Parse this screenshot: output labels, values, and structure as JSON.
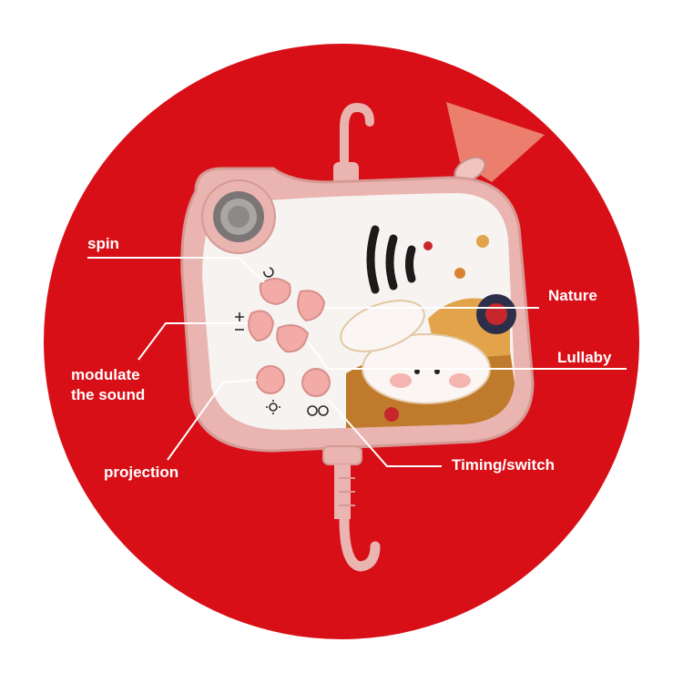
{
  "colors": {
    "background_circle": "#d80f17",
    "device_pink": "#eab4b0",
    "device_shell": "#f4c9c4",
    "button_pink": "#f3aba8",
    "label_text": "#ffffff"
  },
  "callouts": {
    "spin": "spin",
    "modulate_line1": "modulate",
    "modulate_line2": "the sound",
    "projection": "projection",
    "nature": "Nature",
    "lullaby": "Lullaby",
    "timing_switch": "Timing/switch"
  },
  "icons": [
    "speaker-grille-icon",
    "sound-wave-icon",
    "projector-lamp-icon",
    "hanging-hook-icon",
    "bunny-illustration",
    "spin-icon",
    "sound-modulation-icon",
    "projection-icon",
    "timing-icon"
  ]
}
